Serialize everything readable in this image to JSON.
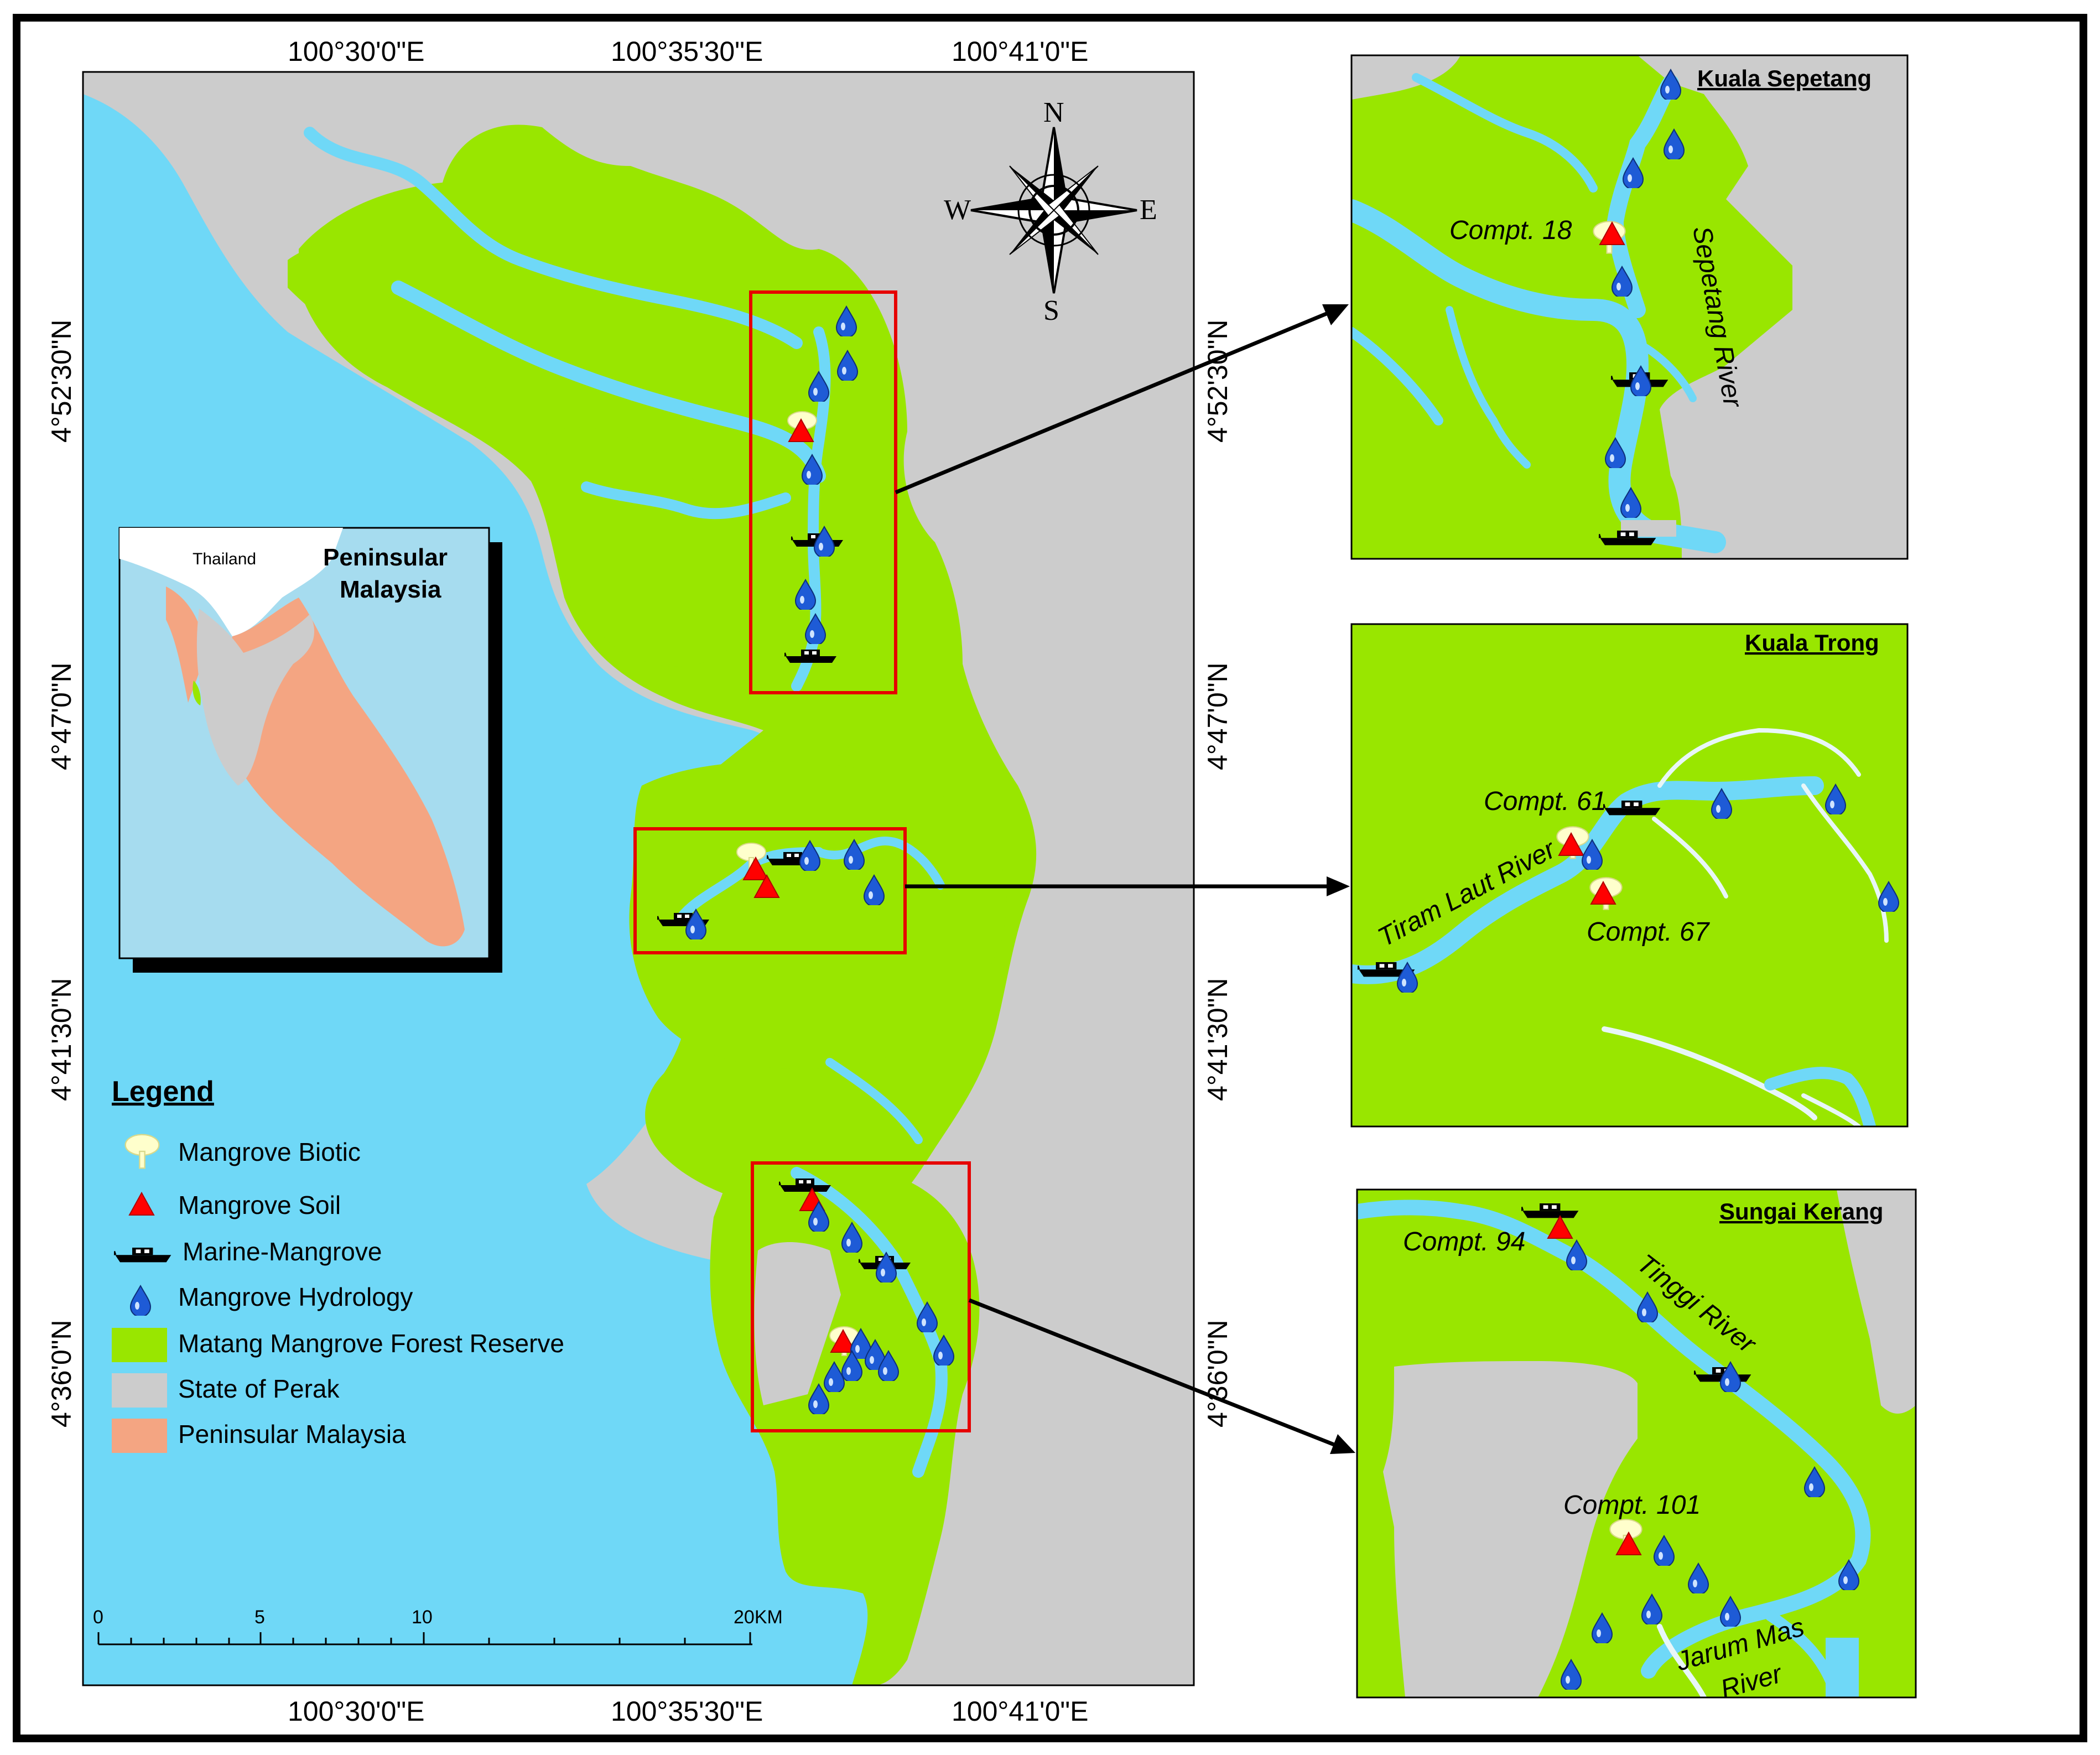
{
  "coords": {
    "top": [
      "100°30'0\"E",
      "100°35'30\"E",
      "100°41'0\"E"
    ],
    "bottom": [
      "100°30'0\"E",
      "100°35'30\"E",
      "100°41'0\"E"
    ],
    "left": [
      "4°52'30\"N",
      "4°47'0\"N",
      "4°41'30\"N",
      "4°36'0\"N"
    ],
    "right": [
      "4°52'30\"N",
      "4°47'0\"N",
      "4°41'30\"N",
      "4°36'0\"N"
    ]
  },
  "compass": {
    "n": "N",
    "s": "S",
    "e": "E",
    "w": "W"
  },
  "inset_pm": {
    "title_line1": "Peninsular",
    "title_line2": "Malaysia",
    "thailand": "Thailand"
  },
  "legend": {
    "title": "Legend",
    "items": [
      {
        "label": "Mangrove Biotic",
        "icon": "tree-icon",
        "color": "#ffffcc"
      },
      {
        "label": "Mangrove Soil",
        "icon": "triangle-icon",
        "color": "#ff0000"
      },
      {
        "label": "Marine-Mangrove",
        "icon": "boat-icon",
        "color": "#000000"
      },
      {
        "label": "Mangrove Hydrology",
        "icon": "droplet-icon",
        "color": "#1e5bd6"
      },
      {
        "label": "Matang Mangrove Forest Reserve",
        "color": "#99e600"
      },
      {
        "label": "State of Perak",
        "color": "#cccccc"
      },
      {
        "label": "Peninsular Malaysia",
        "color": "#f4a582"
      }
    ]
  },
  "scale": {
    "ticks": [
      "0",
      "5",
      "10",
      "20KM"
    ]
  },
  "panels": {
    "sepetang": {
      "title": "Kuala Sepetang",
      "compt": "Compt. 18",
      "river": "Sepetang River"
    },
    "trong": {
      "title": "Kuala Trong",
      "compt_a": "Compt. 61",
      "compt_b": "Compt. 67",
      "river": "Tiram Laut River"
    },
    "kerang": {
      "title": "Sungai Kerang",
      "compt_a": "Compt. 94",
      "compt_b": "Compt. 101",
      "river_a": "Tinggi River",
      "river_b_line1": "Jarum Mas",
      "river_b_line2": "River"
    }
  },
  "colors": {
    "water": "#6fd8f7",
    "forest": "#99e600",
    "perak": "#cccccc",
    "peninsular": "#f4a582",
    "inset_sea": "#a6dcef",
    "highlight_box": "#e60000"
  }
}
